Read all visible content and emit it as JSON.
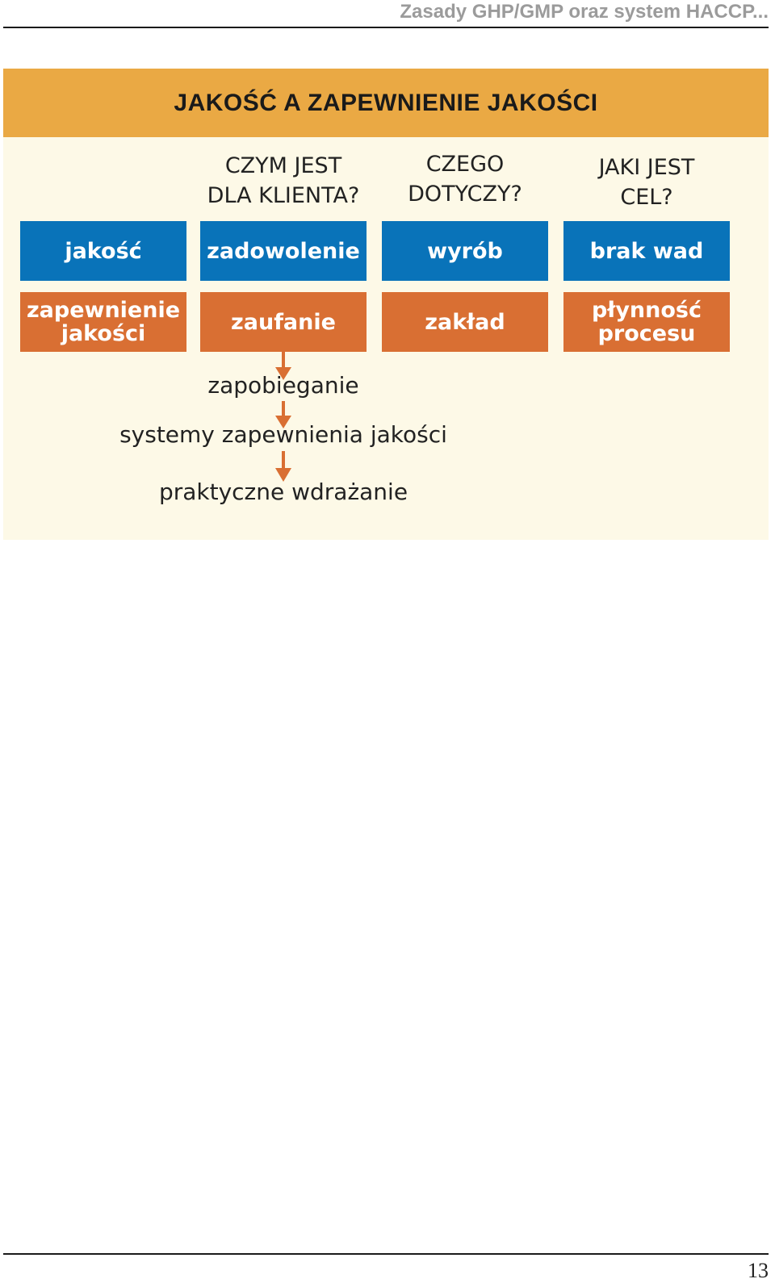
{
  "page": {
    "running_header": "Zasady GHP/GMP oraz system HACCP...",
    "page_number": "13"
  },
  "diagram": {
    "title": "JAKOŚĆ A ZAPEWNIENIE JAKOŚCI",
    "column_headers": [
      "CZYM JEST\nDLA KLIENTA?",
      "CZEGO\nDOTYCZY?",
      "JAKI JEST\nCEL?"
    ],
    "row_quality": [
      "jakość",
      "zadowolenie",
      "wyrób",
      "brak wad"
    ],
    "row_assurance": [
      "zapewnienie\njakości",
      "zaufanie",
      "zakład",
      "płynność\nprocesu"
    ],
    "flow": [
      "zapobieganie",
      "systemy zapewnienia jakości",
      "praktyczne wdrażanie"
    ]
  },
  "colors": {
    "title_bar": "#eaa944",
    "panel_background": "#fdf9e7",
    "blue_box": "#0973b9",
    "orange_box": "#d96f33",
    "arrow": "#d96f33"
  }
}
